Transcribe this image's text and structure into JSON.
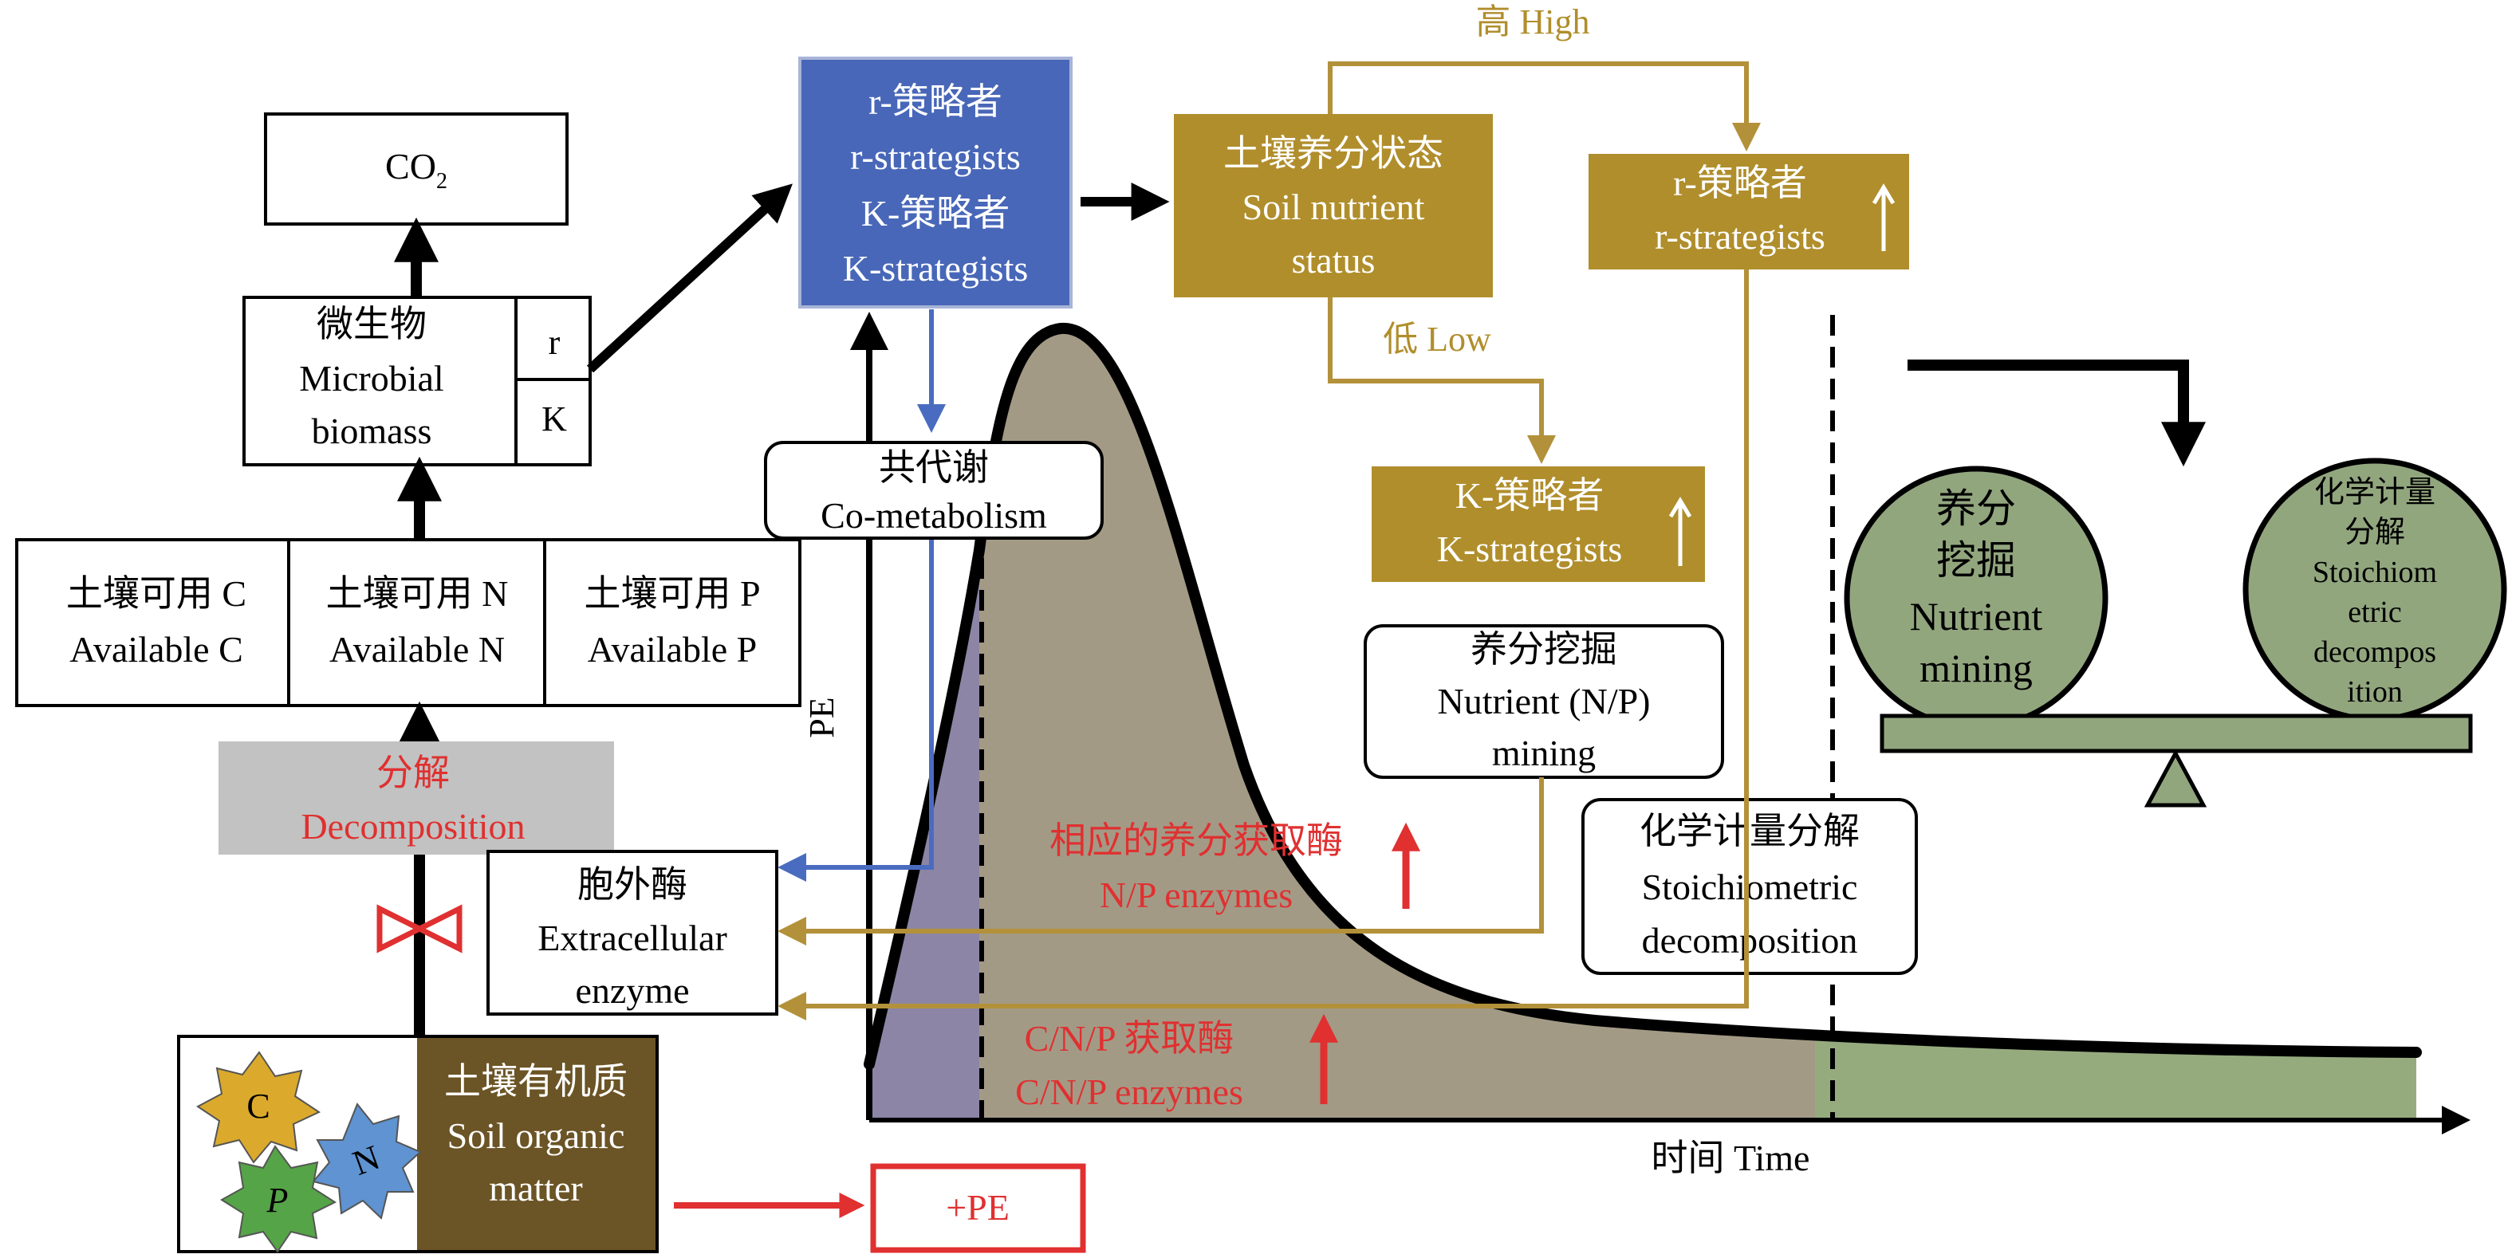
{
  "colors": {
    "black": "#000000",
    "blue_box": "#4867b8",
    "blue_line": "#4a6cc0",
    "gold": "#b08e2c",
    "gold_line": "#b3913a",
    "red": "#e03030",
    "curve_fill": "#a39a86",
    "purple_fill": "#8c85a5",
    "green_fill": "#95ab7e",
    "grey_box": "#c2c2c2",
    "brown_box": "#6b5425",
    "green_ball": "#92a67e",
    "sticker_c": "#dbaa2d",
    "sticker_n": "#5f93d1",
    "sticker_p": "#55a447"
  },
  "boxes": {
    "co2": {
      "main": "CO",
      "sub": "2"
    },
    "microbes": {
      "zh": "微生物",
      "en1": "Microbial",
      "en2": "biomass",
      "r": "r",
      "k": "K"
    },
    "available": {
      "c": {
        "zh": "土壤可用 C",
        "en": "Available C"
      },
      "n": {
        "zh": "土壤可用 N",
        "en": "Available N"
      },
      "p": {
        "zh": "土壤可用 P",
        "en": "Available P"
      }
    },
    "decomposition": {
      "zh": "分解",
      "en": "Decomposition"
    },
    "som": {
      "zh": "土壤有机质",
      "en1": "Soil organic",
      "en2": "matter",
      "c": "C",
      "n": "N",
      "p": "P"
    },
    "strategists": {
      "l1": "r-策略者",
      "l2": "r-strategists",
      "l3": "K-策略者",
      "l4": "K-strategists"
    },
    "cometabolism": {
      "zh": "共代谢",
      "en": "Co-metabolism"
    },
    "enzyme": {
      "zh": "胞外酶",
      "en1": "Extracellular",
      "en2": "enzyme"
    },
    "nutrient_status": {
      "zh": "土壤养分状态",
      "en1": "Soil nutrient",
      "en2": "status"
    },
    "r_high": {
      "zh": "r-策略者",
      "en": "r-strategists"
    },
    "k_low": {
      "zh": "K-策略者",
      "en": "K-strategists"
    },
    "mining": {
      "zh": "养分挖掘",
      "en1": "Nutrient (N/P)",
      "en2": "mining"
    },
    "stoich": {
      "zh": "化学计量分解",
      "en1": "Stoichiometric",
      "en2": "decomposition"
    },
    "pe": {
      "text": "+PE"
    }
  },
  "labels": {
    "high": "高 High",
    "low": "低 Low",
    "np_enzymes_zh": "相应的养分获取酶",
    "np_enzymes_en": "N/P enzymes",
    "cnp_enzymes_zh": "C/N/P 获取酶",
    "cnp_enzymes_en": "C/N/P enzymes",
    "y_axis": "PE",
    "x_axis": "时间 Time"
  },
  "balance": {
    "left": {
      "l1": "养分",
      "l2": "挖掘",
      "l3": "Nutrient",
      "l4": "mining"
    },
    "right": {
      "l1": "化学计量",
      "l2": "分解",
      "l3": "Stoichiom",
      "l4": "etric",
      "l5": "decompos",
      "l6": "ition"
    }
  }
}
